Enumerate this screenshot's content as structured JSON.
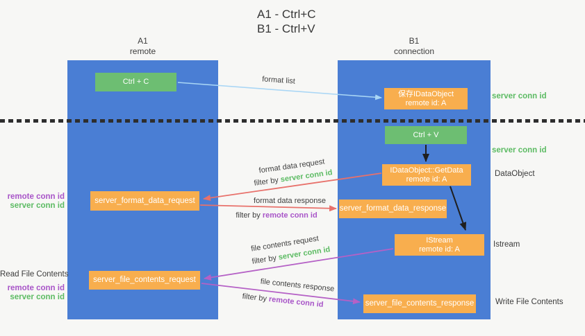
{
  "title": {
    "line1": "A1 - Ctrl+C",
    "line2": "B1 - Ctrl+V"
  },
  "lanes": {
    "a1": {
      "name": "A1",
      "role": "remote"
    },
    "b1": {
      "name": "B1",
      "role": "connection"
    }
  },
  "nodes": {
    "ctrl_c": {
      "label": "Ctrl + C"
    },
    "ctrl_v": {
      "label": "Ctrl + V"
    },
    "save_idataobject": {
      "line1": "保存IDataObject",
      "line2": "remote id: A"
    },
    "idataobject_getdata": {
      "line1": "IDataObject::GetData",
      "line2": "remote id: A"
    },
    "istream": {
      "line1": "IStream",
      "line2": "remote id: A"
    },
    "server_format_data_request": {
      "label": "server_format_data_request"
    },
    "server_format_data_response": {
      "label": "server_format_data_response"
    },
    "server_file_contents_request": {
      "label": "server_file_contents_request"
    },
    "server_file_contents_response": {
      "label": "server_file_contents_response"
    }
  },
  "edges": {
    "format_list": {
      "label": "format list"
    },
    "format_data_request": {
      "label": "format data request",
      "filter_prefix": "filter by",
      "filter_key": "server conn id"
    },
    "format_data_response": {
      "label": "format data response",
      "filter_prefix": "filter by",
      "filter_key": "remote conn id"
    },
    "file_contents_request": {
      "label": "file contents request",
      "filter_prefix": "filter by",
      "filter_key": "server conn id"
    },
    "file_contents_response": {
      "label": "file contents response",
      "filter_prefix": "filter by",
      "filter_key": "remote conn id"
    }
  },
  "annotations": {
    "right": {
      "server_conn_id_top": "server conn id",
      "server_conn_id_mid": "server conn id",
      "dataobject": "DataObject",
      "istream": "Istream",
      "write_file_contents": "Write File Contents"
    },
    "left": {
      "remote_conn_id_top": "remote conn id",
      "server_conn_id_top": "server conn id",
      "read_file_contents": "Read File Contents",
      "remote_conn_id_bottom": "remote conn id",
      "server_conn_id_bottom": "server conn id"
    }
  },
  "colors": {
    "lane_blue": "#4a7ed4",
    "green_box": "#6dbe72",
    "orange_box": "#f8ae4e",
    "blue_arrow": "#a9d6f5",
    "red_arrow": "#e8716b",
    "purple_arrow": "#b561c6",
    "green_text": "#5cbb63",
    "purple_text": "#a855c8",
    "black_arrow": "#1f1f1f"
  }
}
